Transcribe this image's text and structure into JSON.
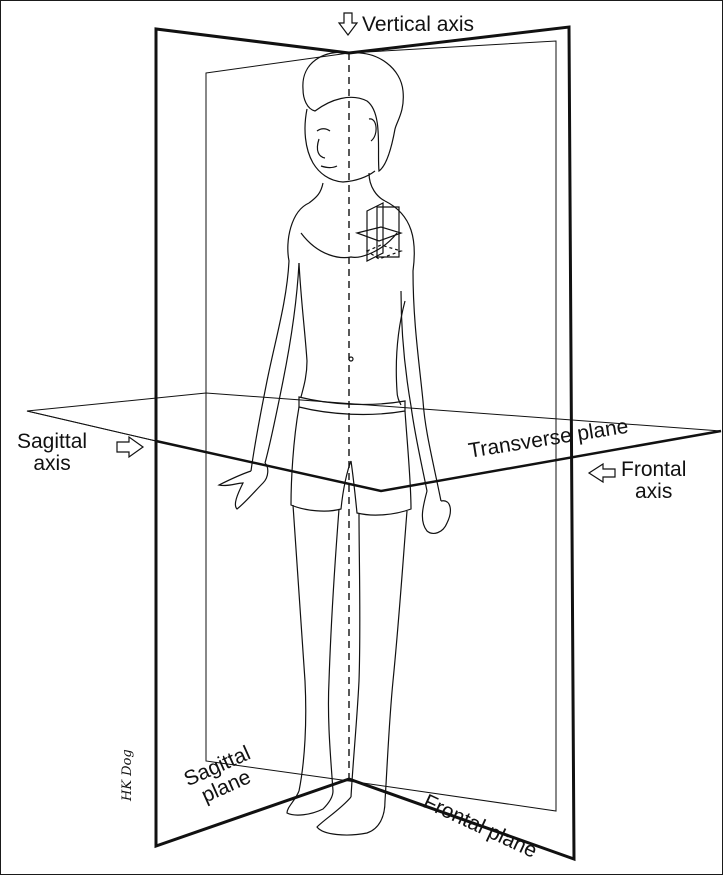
{
  "labels": {
    "vertical_axis": "Vertical axis",
    "sagittal_axis": [
      "Sagittal",
      "axis"
    ],
    "frontal_axis": [
      "Frontal",
      "axis"
    ],
    "transverse_plane": "Transverse plane",
    "sagittal_plane": [
      "Sagittal",
      "plane"
    ],
    "frontal_plane": "Frontal plane"
  },
  "signature": "HK Dog",
  "colors": {
    "line": "#111111",
    "background": "#ffffff"
  }
}
